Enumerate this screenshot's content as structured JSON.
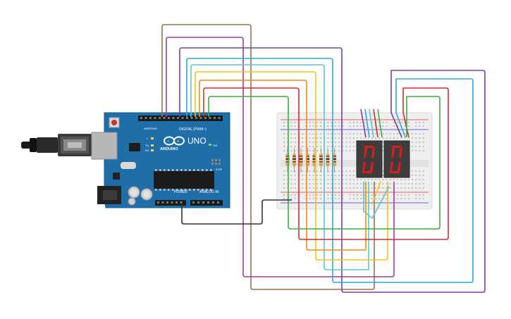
{
  "board": {
    "brand_label": "ARDUINO",
    "model_label": "UNO",
    "digital_header_label": "DIGITAL (PWM~)",
    "power_label": "POWER",
    "analog_label": "ANALOG IN",
    "on_label": "ON",
    "tx_label": "TX",
    "rx_label": "RX",
    "l_label": "L",
    "aref_label": "AREF",
    "gnd_label": "GND",
    "icsp_label": "ICSP"
  },
  "displays": [
    {
      "name": "left-seven-segment",
      "digit": "0"
    },
    {
      "name": "right-seven-segment",
      "digit": "0"
    }
  ],
  "colors": {
    "board": "#1f6ea8",
    "breadboard": "#efefef",
    "segment": "#e31b1b",
    "wires": [
      "#9a7346",
      "#a23c9c",
      "#7a3fa3",
      "#2ea7d6",
      "#5ec7cc",
      "#f0c419",
      "#f08a12",
      "#dd2a2a",
      "#3fae3f",
      "#333333"
    ]
  }
}
